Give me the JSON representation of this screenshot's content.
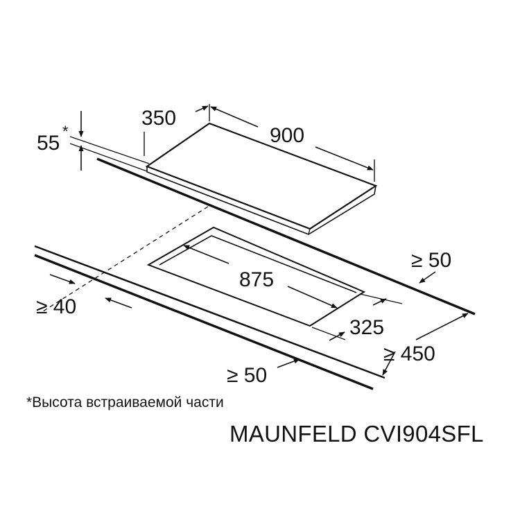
{
  "dimensions": {
    "hob_depth": "350",
    "hob_width": "900",
    "build_in_height": "55",
    "build_in_height_mark": "*",
    "cutout_width": "875",
    "cutout_depth": "325",
    "side_clearance": "≥ 40",
    "rear_clearance": "≥ 50",
    "front_clearance": "≥ 50",
    "wall_clearance": "≥ 450"
  },
  "footnote": "*Высота встраиваемой части",
  "model": "MAUNFELD CVI904SFL",
  "colors": {
    "line": "#111111",
    "background": "#ffffff"
  }
}
